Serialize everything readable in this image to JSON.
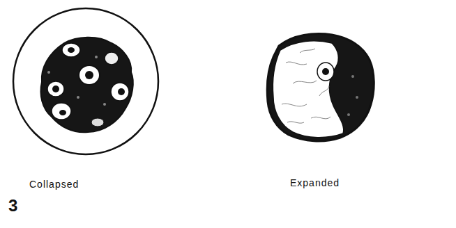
{
  "diagram": {
    "labels": [
      "3",
      "Collapsed",
      "Expanded"
    ]
  }
}
